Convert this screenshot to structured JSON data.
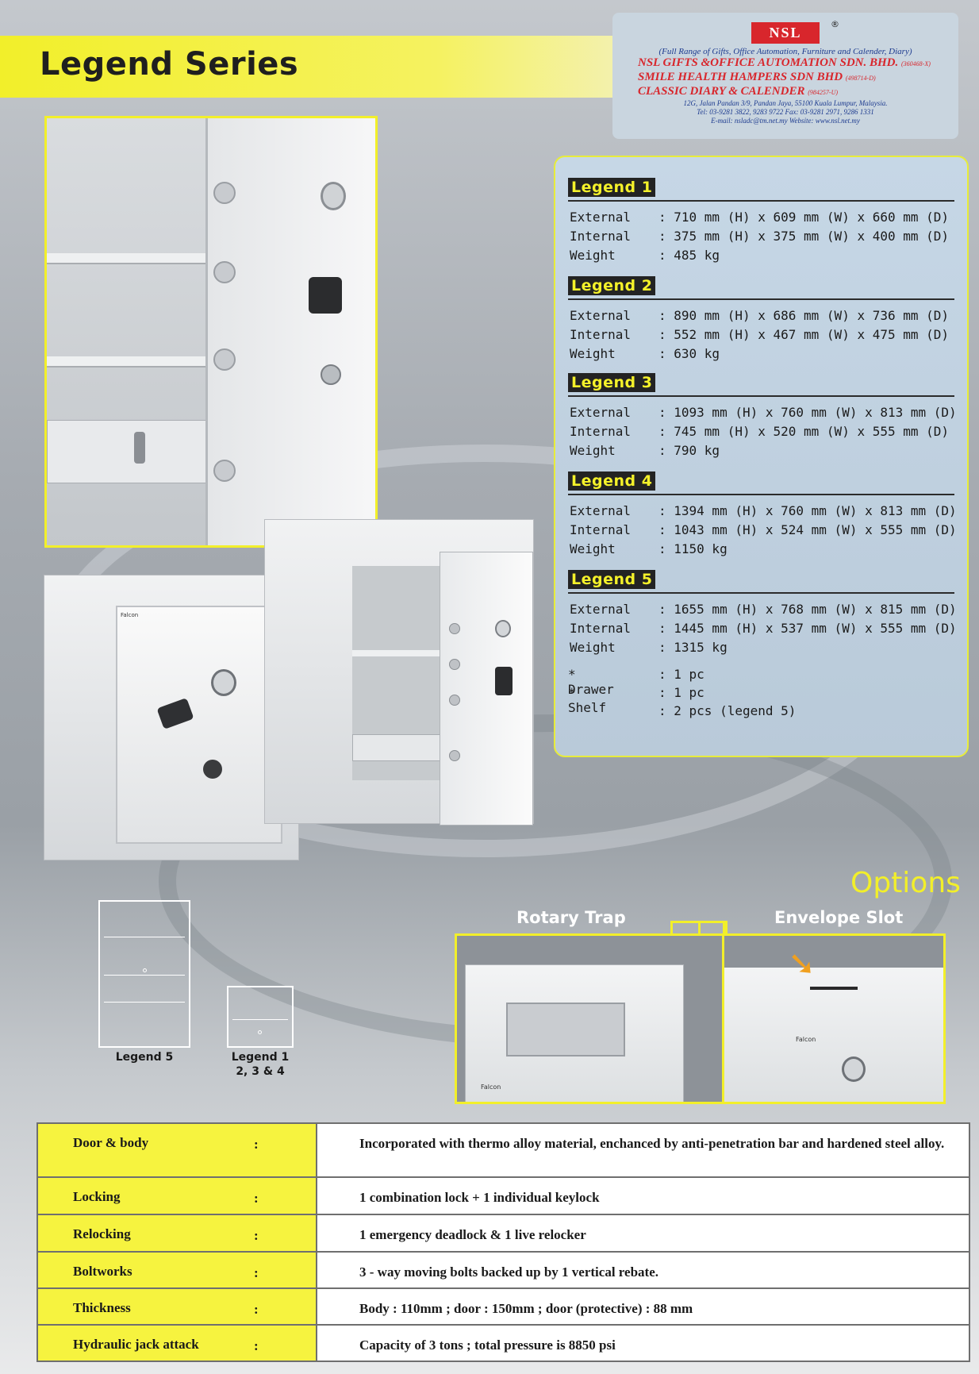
{
  "page": {
    "title": "Legend Series"
  },
  "company": {
    "logo_text": "NSL",
    "registered_mark": "®",
    "tagline": "(Full Range of Gifts, Office Automation, Furniture and Calender, Diary)",
    "names": [
      {
        "name": "NSL GIFTS &OFFICE AUTOMATION SDN. BHD.",
        "reg": "(360468-X)"
      },
      {
        "name": "SMILE HEALTH HAMPERS SDN BHD",
        "reg": "(498714-D)"
      },
      {
        "name": "CLASSIC DIARY & CALENDER",
        "reg": "(984257-U)"
      }
    ],
    "address": "12G, Jalan Pandan 3/9, Pandan Jaya, 55100 Kuala Lumpur, Malaysia.",
    "phone": "Tel: 03-9281 3822, 9283 9722  Fax: 03-9281 2971, 9286 1331",
    "contact": "E-mail: nsladc@tm.net.my   Website: www.nsl.net.my"
  },
  "specs": {
    "models": [
      {
        "name": "Legend 1",
        "rows": [
          {
            "label": "External",
            "value": ": 710 mm (H) x 609 mm (W) x 660 mm (D)"
          },
          {
            "label": "Internal",
            "value": ": 375 mm (H) x 375 mm (W) x 400 mm (D)"
          },
          {
            "label": "Weight",
            "value": ": 485 kg"
          }
        ]
      },
      {
        "name": "Legend 2",
        "rows": [
          {
            "label": "External",
            "value": ": 890 mm (H) x 686 mm (W) x 736 mm (D)"
          },
          {
            "label": "Internal",
            "value": ": 552 mm (H) x 467 mm (W) x 475 mm (D)"
          },
          {
            "label": "Weight",
            "value": ": 630 kg"
          }
        ]
      },
      {
        "name": "Legend 3",
        "rows": [
          {
            "label": "External",
            "value": ": 1093 mm (H) x 760 mm (W) x 813 mm  (D)"
          },
          {
            "label": "Internal",
            "value": ":  745 mm (H) x 520 mm (W) x 555 mm (D)"
          },
          {
            "label": "Weight",
            "value": ":  790 kg"
          }
        ]
      },
      {
        "name": "Legend 4",
        "rows": [
          {
            "label": "External",
            "value": ": 1394 mm (H) x 760 mm (W) x 813 mm  (D)"
          },
          {
            "label": "Internal",
            "value": ": 1043 mm (H) x 524 mm (W) x 555 mm (D)"
          },
          {
            "label": "Weight",
            "value": ": 1150 kg"
          }
        ]
      },
      {
        "name": "Legend 5",
        "rows": [
          {
            "label": "External",
            "value": ": 1655 mm (H) x 768 mm (W) x 815 mm  (D)"
          },
          {
            "label": "Internal",
            "value": ": 1445 mm (H) x 537 mm (W) x 555 mm (D)"
          },
          {
            "label": "Weight",
            "value": ": 1315 kg"
          }
        ]
      }
    ],
    "extras": [
      {
        "label": "* Drawer",
        "value": ": 1 pc"
      },
      {
        "label": "* Shelf",
        "value": ": 1 pc"
      },
      {
        "label": "",
        "value": ": 2 pcs (legend 5)"
      }
    ]
  },
  "photo_labels": {
    "brand_badge": "Falcon"
  },
  "options": {
    "title": "Options",
    "items": [
      {
        "label": "Rotary Trap"
      },
      {
        "label": "Envelope Slot"
      }
    ]
  },
  "diagrams": {
    "captions": [
      "Legend 5",
      "Legend 1",
      "2, 3 & 4"
    ]
  },
  "features": [
    {
      "label": "Door & body",
      "colon": ":",
      "value": "Incorporated with thermo alloy material, enchanced by anti-penetration bar and hardened steel alloy."
    },
    {
      "label": "Locking",
      "colon": ":",
      "value": "1 combination lock + 1 individual keylock"
    },
    {
      "label": "Relocking",
      "colon": ":",
      "value": "1 emergency deadlock & 1 live relocker"
    },
    {
      "label": "Boltworks",
      "colon": ":",
      "value": "3 - way moving bolts backed up by 1 vertical rebate."
    },
    {
      "label": "Thickness",
      "colon": ":",
      "value": "Body : 110mm ; door : 150mm ; door (protective) : 88 mm"
    },
    {
      "label": "Hydraulic jack attack",
      "colon": ":",
      "value": "Capacity of 3 tons ; total pressure is 8850 psi"
    }
  ]
}
